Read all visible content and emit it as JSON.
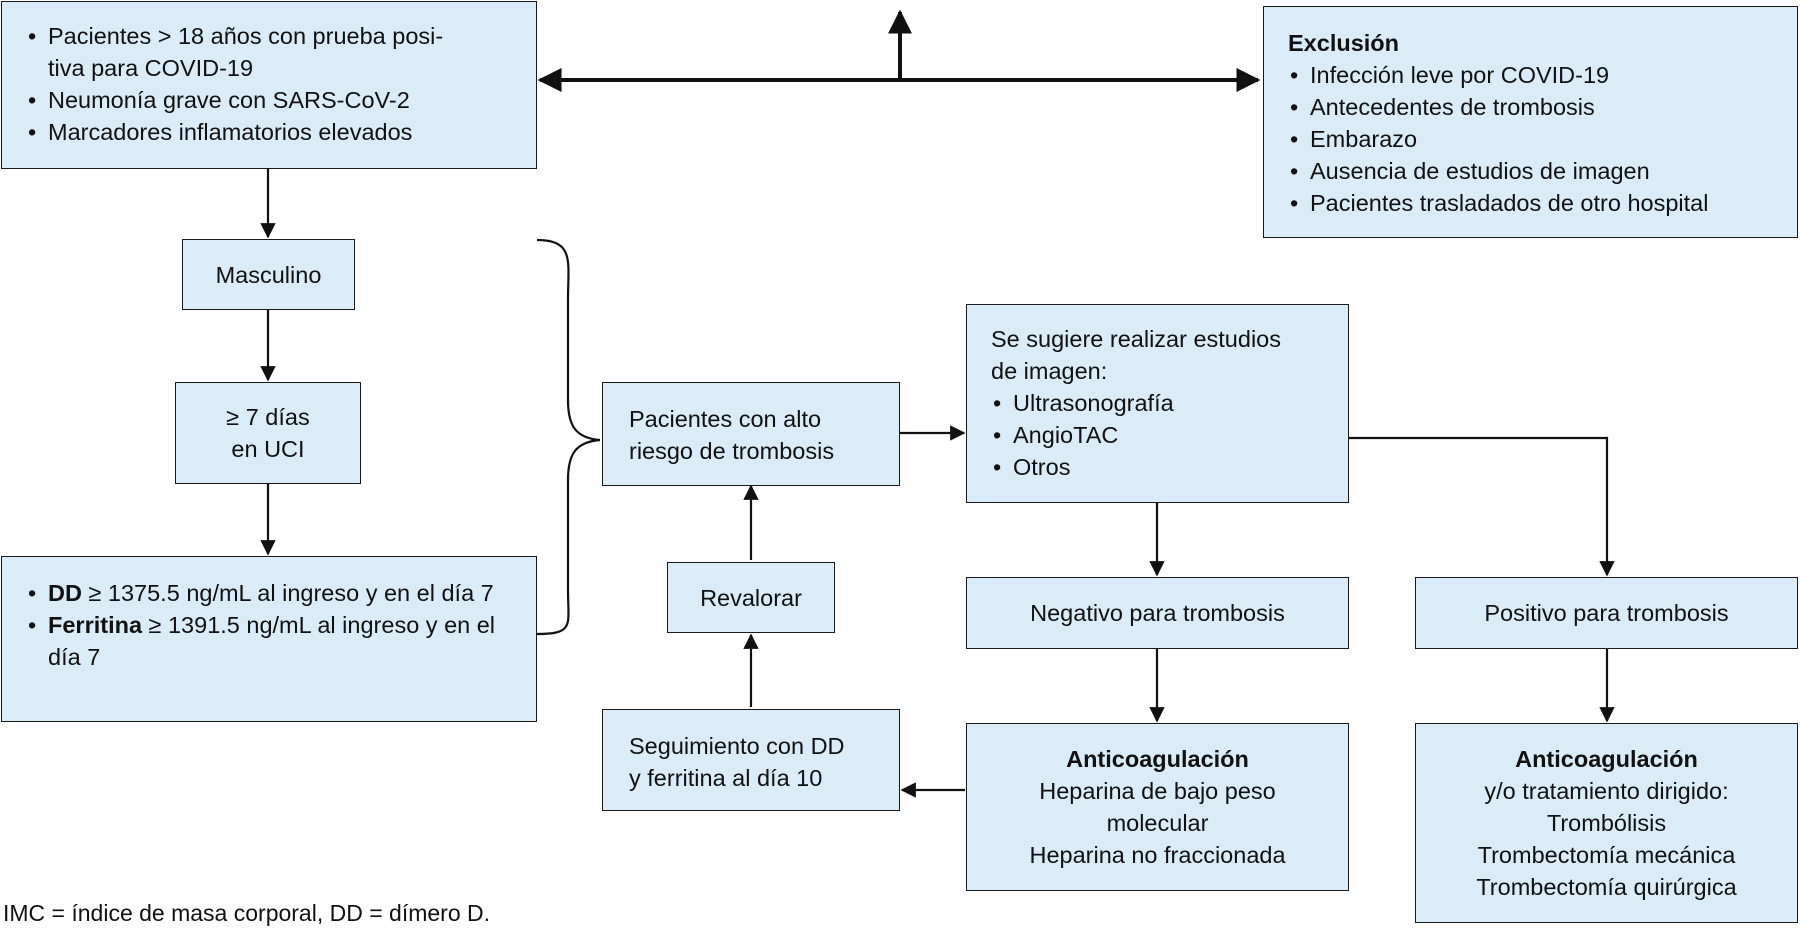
{
  "inclusion": {
    "items": [
      "Pacientes > 18 años con prueba posi-\ntiva para COVID-19",
      "Neumonía grave con SARS-CoV-2",
      "Marcadores inflamatorios elevados"
    ]
  },
  "exclusion": {
    "title": "Exclusión",
    "items": [
      "Infección leve por COVID-19",
      "Antecedentes de trombosis",
      "Embarazo",
      "Ausencia de estudios de imagen",
      "Pacientes trasladados de otro hospital"
    ]
  },
  "masculino": "Masculino",
  "uci": "≥ 7 días\nen UCI",
  "labs": {
    "dd_bold": "DD",
    "dd_text": " ≥ 1375.5 ng/mL al ingreso y en el día 7",
    "ferritina_bold": "Ferritina",
    "ferritina_text": " ≥ 1391.5 ng/mL al ingreso y en el día 7"
  },
  "alto_riesgo": "Pacientes con alto\nriesgo de trombosis",
  "estudios": {
    "intro": "Se sugiere realizar estudios\nde imagen:",
    "items": [
      "Ultrasonografía",
      "AngioTAC",
      "Otros"
    ]
  },
  "revalorar": "Revalorar",
  "seguimiento": "Seguimiento con DD\ny ferritina al día 10",
  "negativo": "Negativo para trombosis",
  "positivo": "Positivo para trombosis",
  "anticoag_neg": {
    "title": "Anticoagulación",
    "lines": [
      "Heparina de bajo peso",
      "molecular",
      "Heparina no fraccionada"
    ]
  },
  "anticoag_pos": {
    "title": "Anticoagulación",
    "lines": [
      "y/o tratamiento dirigido:",
      "Trombólisis",
      "Trombectomía mecánica",
      "Trombectomía quirúrgica"
    ]
  },
  "footnote": "IMC = índice de masa corporal, DD = dímero D."
}
